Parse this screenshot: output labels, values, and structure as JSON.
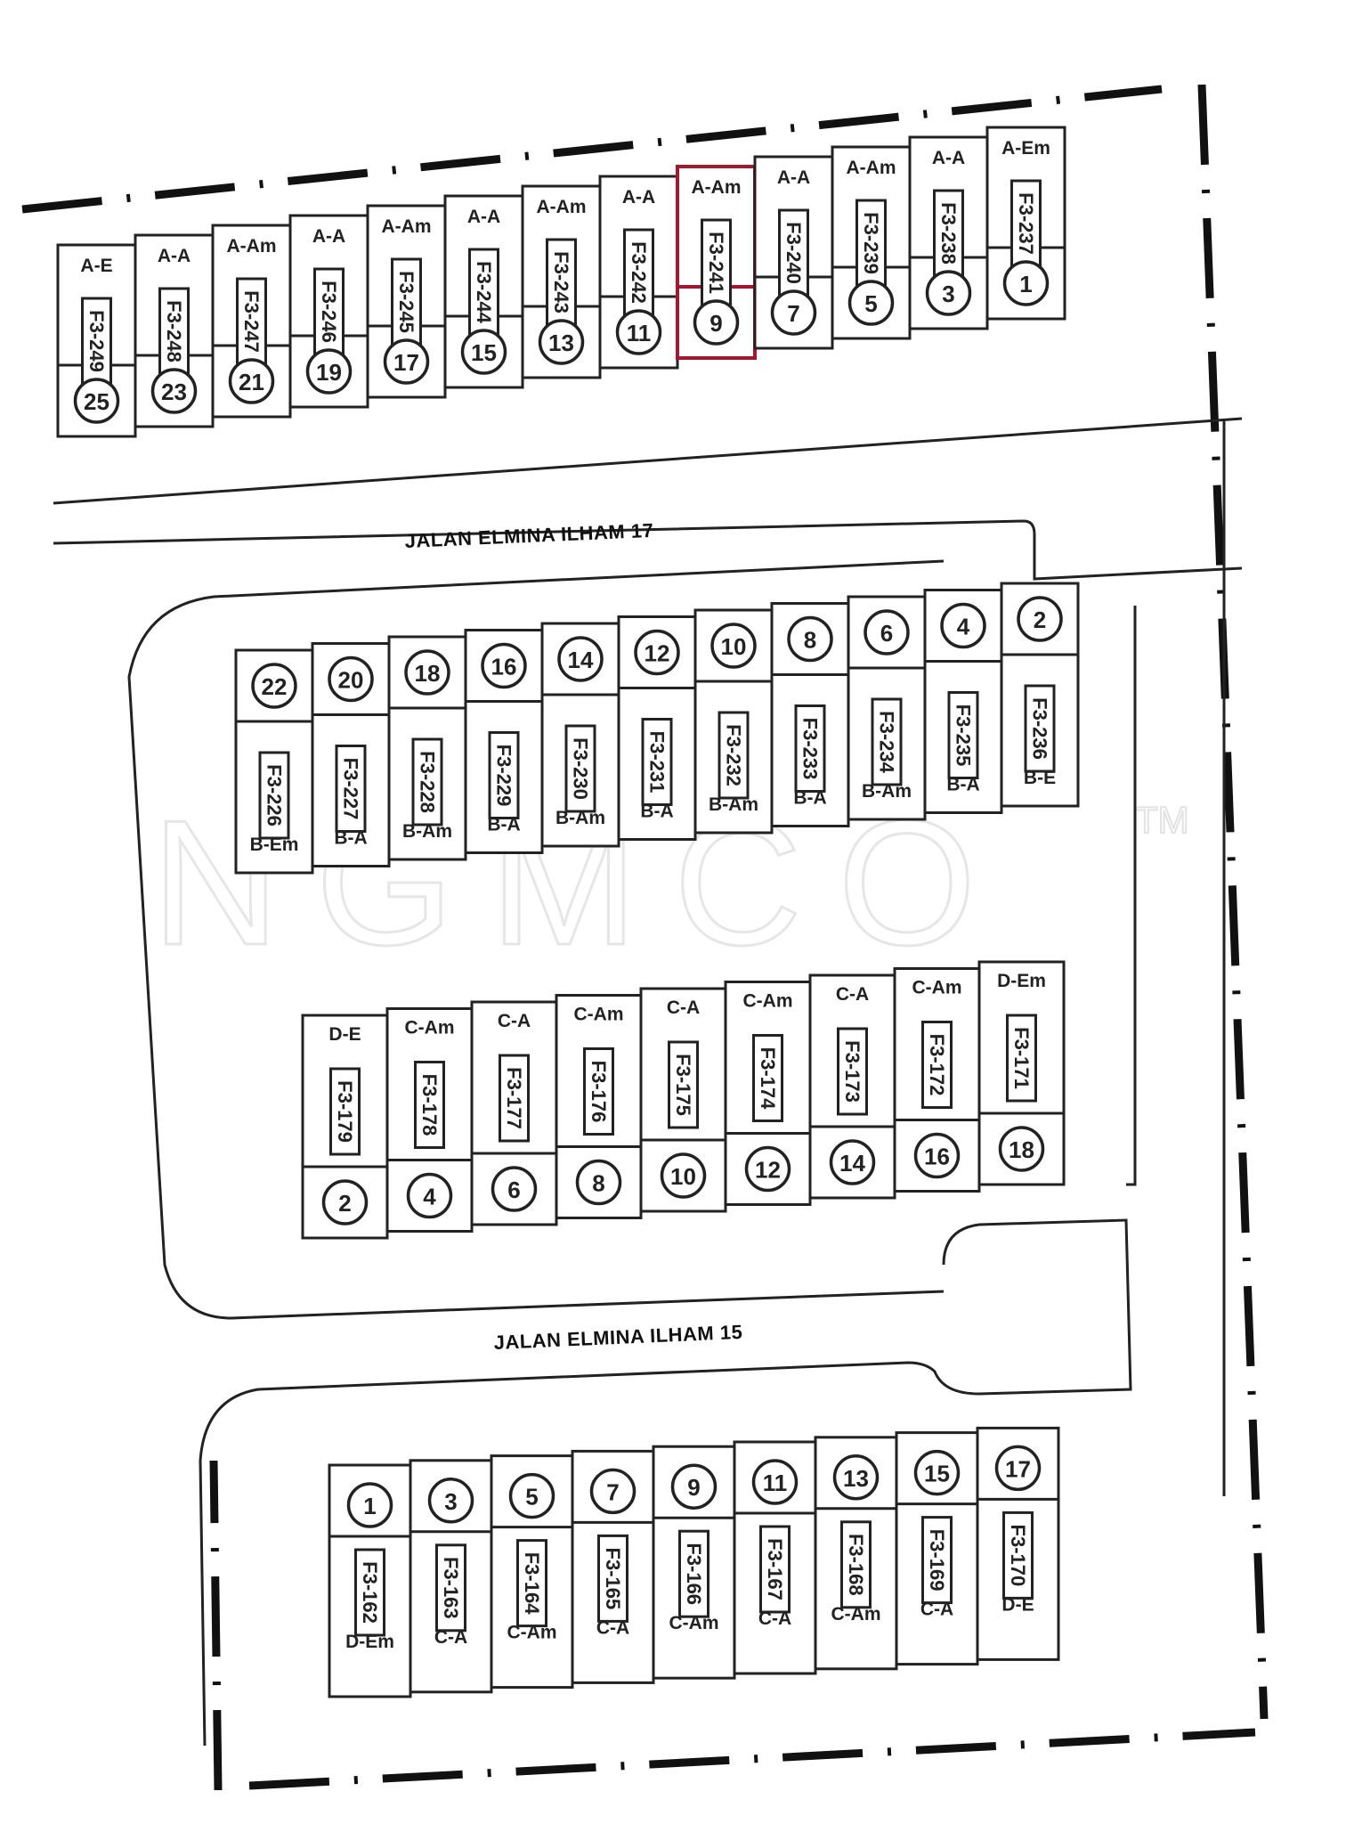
{
  "watermark": {
    "text": "NGMCO",
    "tm": "TM"
  },
  "roads": [
    {
      "name": "JALAN ELMINA ILHAM 17"
    },
    {
      "name": "JALAN ELMINA ILHAM 15"
    }
  ],
  "highlight_color": "#a3172f",
  "rows": [
    {
      "lots": [
        {
          "id": "F3-249",
          "type": "A-E",
          "no": "25"
        },
        {
          "id": "F3-248",
          "type": "A-A",
          "no": "23"
        },
        {
          "id": "F3-247",
          "type": "A-Am",
          "no": "21"
        },
        {
          "id": "F3-246",
          "type": "A-A",
          "no": "19"
        },
        {
          "id": "F3-245",
          "type": "A-Am",
          "no": "17"
        },
        {
          "id": "F3-244",
          "type": "A-A",
          "no": "15"
        },
        {
          "id": "F3-243",
          "type": "A-Am",
          "no": "13"
        },
        {
          "id": "F3-242",
          "type": "A-A",
          "no": "11"
        },
        {
          "id": "F3-241",
          "type": "A-Am",
          "no": "9",
          "highlight": true
        },
        {
          "id": "F3-240",
          "type": "A-A",
          "no": "7"
        },
        {
          "id": "F3-239",
          "type": "A-Am",
          "no": "5"
        },
        {
          "id": "F3-238",
          "type": "A-A",
          "no": "3"
        },
        {
          "id": "F3-237",
          "type": "A-Em",
          "no": "1"
        }
      ]
    },
    {
      "lots": [
        {
          "id": "F3-226",
          "type": "B-Em",
          "no": "22"
        },
        {
          "id": "F3-227",
          "type": "B-A",
          "no": "20"
        },
        {
          "id": "F3-228",
          "type": "B-Am",
          "no": "18"
        },
        {
          "id": "F3-229",
          "type": "B-A",
          "no": "16"
        },
        {
          "id": "F3-230",
          "type": "B-Am",
          "no": "14"
        },
        {
          "id": "F3-231",
          "type": "B-A",
          "no": "12"
        },
        {
          "id": "F3-232",
          "type": "B-Am",
          "no": "10"
        },
        {
          "id": "F3-233",
          "type": "B-A",
          "no": "8"
        },
        {
          "id": "F3-234",
          "type": "B-Am",
          "no": "6"
        },
        {
          "id": "F3-235",
          "type": "B-A",
          "no": "4"
        },
        {
          "id": "F3-236",
          "type": "B-E",
          "no": "2"
        }
      ]
    },
    {
      "lots": [
        {
          "id": "F3-179",
          "type": "D-E",
          "no": "2"
        },
        {
          "id": "F3-178",
          "type": "C-Am",
          "no": "4"
        },
        {
          "id": "F3-177",
          "type": "C-A",
          "no": "6"
        },
        {
          "id": "F3-176",
          "type": "C-Am",
          "no": "8"
        },
        {
          "id": "F3-175",
          "type": "C-A",
          "no": "10"
        },
        {
          "id": "F3-174",
          "type": "C-Am",
          "no": "12"
        },
        {
          "id": "F3-173",
          "type": "C-A",
          "no": "14"
        },
        {
          "id": "F3-172",
          "type": "C-Am",
          "no": "16"
        },
        {
          "id": "F3-171",
          "type": "D-Em",
          "no": "18"
        }
      ]
    },
    {
      "lots": [
        {
          "id": "F3-162",
          "type": "D-Em",
          "no": "1"
        },
        {
          "id": "F3-163",
          "type": "C-A",
          "no": "3"
        },
        {
          "id": "F3-164",
          "type": "C-Am",
          "no": "5"
        },
        {
          "id": "F3-165",
          "type": "C-A",
          "no": "7"
        },
        {
          "id": "F3-166",
          "type": "C-Am",
          "no": "9"
        },
        {
          "id": "F3-167",
          "type": "C-A",
          "no": "11"
        },
        {
          "id": "F3-168",
          "type": "C-Am",
          "no": "13"
        },
        {
          "id": "F3-169",
          "type": "C-A",
          "no": "15"
        },
        {
          "id": "F3-170",
          "type": "D-E",
          "no": "17"
        }
      ]
    }
  ]
}
